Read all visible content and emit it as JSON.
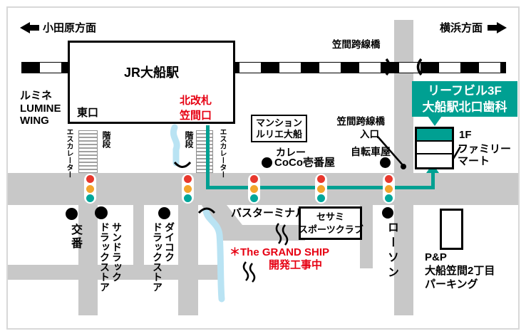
{
  "colors": {
    "accent_teal": "#00A092",
    "road_gray": "#C8C8C8",
    "river_blue": "#B9E3F3",
    "alert_red": "#E60012",
    "signal_red": "#E8382D",
    "signal_amber": "#F3A42C",
    "signal_teal": "#00A79B"
  },
  "directions": {
    "west": "小田原方面",
    "east": "横浜方面"
  },
  "station": {
    "name": "JR大船駅",
    "east_exit": "東口",
    "north_gate_line1": "北改札",
    "north_gate_line2": "笠間口",
    "stairs": "階段",
    "escalator": "エスカレーター"
  },
  "clinic": {
    "building_line1": "リーフビル3F",
    "name_line2": "大船駅北口歯科",
    "floor": "1F",
    "tenant_line1": "ファミリー",
    "tenant_line2": "マート"
  },
  "landmarks": {
    "lumine_line1": "ルミネ",
    "lumine_line2": "LUMINE",
    "lumine_line3": "WING",
    "overpass": "笠間跨線橋",
    "overpass_entrance_line1": "笠間跨線橋",
    "overpass_entrance_line2": "入口",
    "mansion_line1": "マンション",
    "mansion_line2": "ルリエ大船",
    "curry_line1": "カレー",
    "curry_line2": "CoCo壱番屋",
    "bicycle_shop": "自転車屋",
    "bus_terminal": "バスターミナル",
    "sesame_line1": "セサミ",
    "sesame_line2": "スポーツクラブ",
    "grandship_line1": "＊The GRAND SHIP",
    "grandship_line2": "開発工事中",
    "lawson": "ローソン",
    "koban": "交番",
    "sundrug_col1": "サンドラック",
    "sundrug_col2": "ドラックストア",
    "daikoku_col1": "ダイコク",
    "daikoku_col2": "ドラックストア",
    "parking_line1": "P&P",
    "parking_line2": "大船笠間2丁目",
    "parking_line3": "パーキング"
  }
}
